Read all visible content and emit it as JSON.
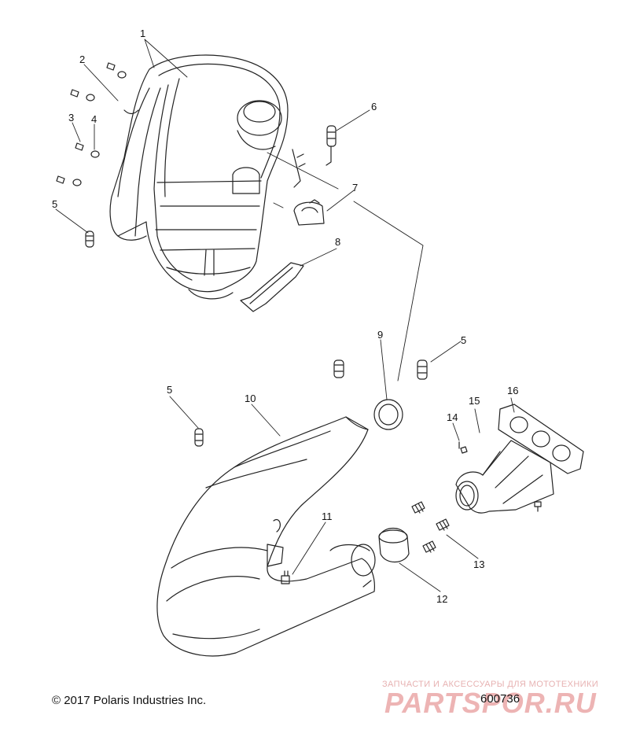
{
  "callouts": {
    "c1": "1",
    "c2": "2",
    "c3": "3",
    "c4": "4",
    "c5a": "5",
    "c5b": "5",
    "c5c": "5",
    "c6": "6",
    "c7": "7",
    "c8": "8",
    "c9": "9",
    "c10": "10",
    "c11": "11",
    "c12": "12",
    "c13": "13",
    "c14": "14",
    "c15": "15",
    "c16": "16"
  },
  "footer": {
    "copyright": "© 2017 Polaris Industries Inc.",
    "part_number": "600736"
  },
  "watermark": {
    "tagline": "ЗАПЧАСТИ И АКСЕССУАРЫ ДЛЯ МОТОТЕХНИКИ",
    "brand": "PARTSPOR.RU"
  }
}
